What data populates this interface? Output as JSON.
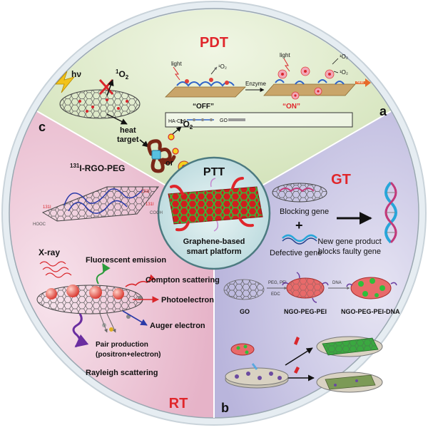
{
  "colors": {
    "pdt_bg": "#e3edcf",
    "gt_bg": "#d9d6ec",
    "rt_bg": "#f2d2e0",
    "center_bg": "#cfe7ea",
    "section_title": "#e0262b",
    "outer_ring": "#dde7ee"
  },
  "center": {
    "title": "PTT",
    "line1": "Graphene-based",
    "line2": "smart platform"
  },
  "pdt": {
    "title": "PDT",
    "hv": "hν",
    "o2_sup": "1",
    "o2_main": "O",
    "o2_sub": "2",
    "light_left": "light",
    "light_right": "light",
    "enzyme": "Enzyme",
    "heat": "heat",
    "off": "“OFF”",
    "on": "“ON”",
    "ha_ce6": "HA-Ce6",
    "go": "GO",
    "heat_line1": "heat",
    "heat_line2": "target",
    "or": "or",
    "panel_letter": "a"
  },
  "gt": {
    "title": "GT",
    "blocking_gene": "Blocking gene",
    "plus": "+",
    "defective_gene": "Defective gene",
    "new_gene_line1": "New gene product",
    "new_gene_line2": "blocks faulty gene",
    "peg_pei": "PEG, PEI",
    "edc": "EDC",
    "dna": "DNA",
    "go": "GO",
    "ngo_peg_pei": "NGO-PEG-PEI",
    "ngo_peg_pei_dna": "NGO-PEG-PEI-DNA",
    "panel_letter": "b"
  },
  "rt": {
    "title": "RT",
    "rgo_sup": "131",
    "rgo_label": "I-RGO-PEG",
    "cooh": "COOH",
    "hooc": "HOOC",
    "iodine": "131I",
    "xray": "X-ray",
    "fluorescent": "Fluorescent emission",
    "compton": "Compton scattering",
    "photoelectron": "Photoelectron",
    "auger": "Auger electron",
    "pair_line1": "Pair production",
    "pair_line2": "(positron+electron)",
    "rayleigh": "Rayleigh scattering",
    "panel_letter": "c"
  }
}
